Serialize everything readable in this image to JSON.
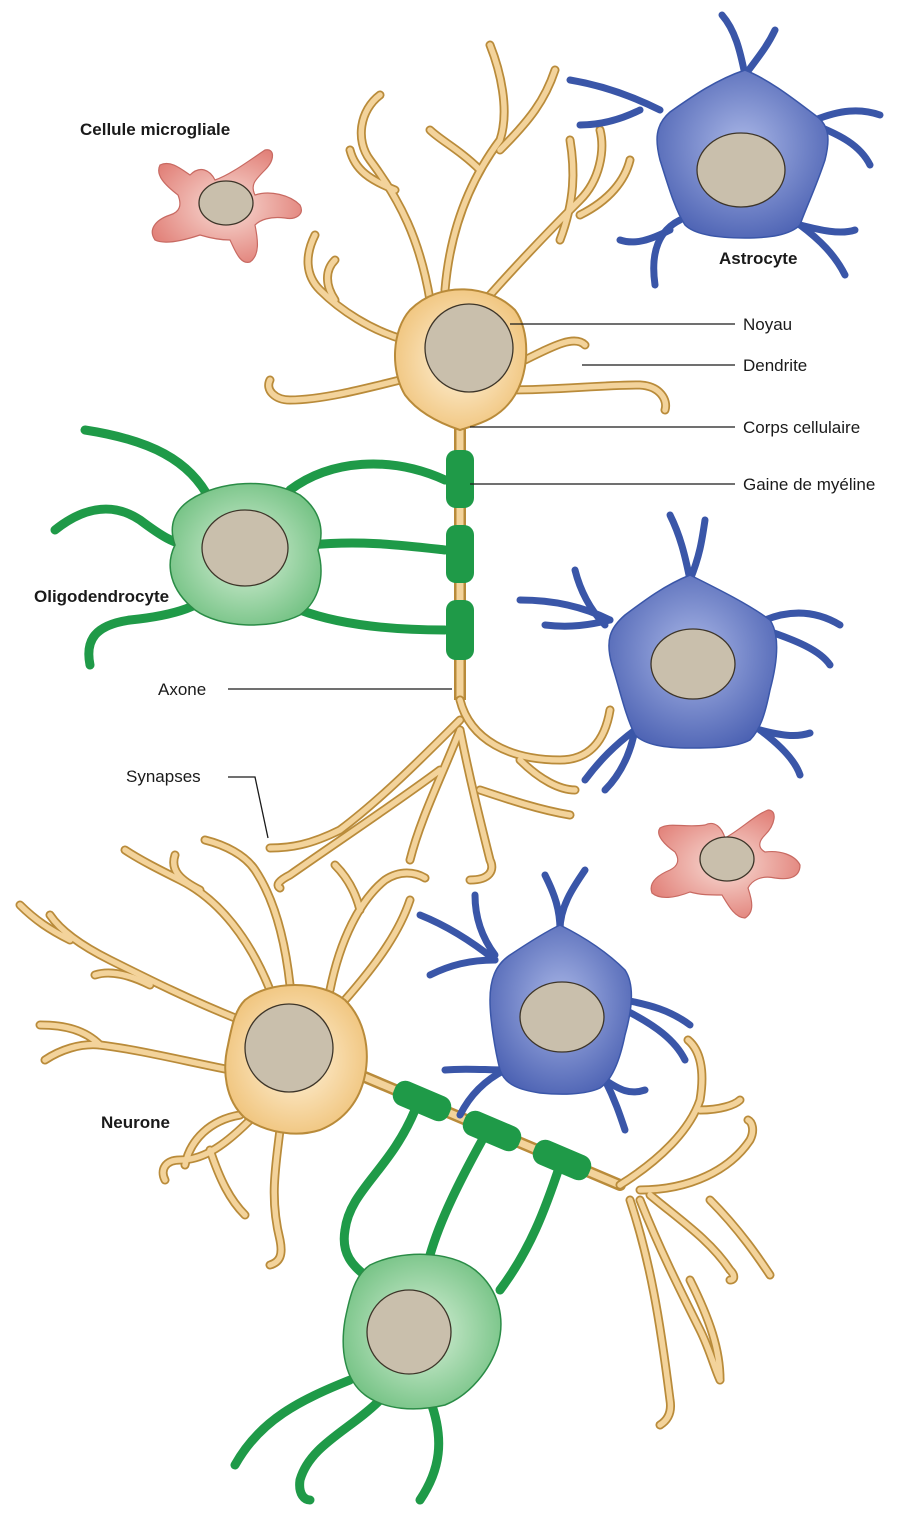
{
  "labels": {
    "microglia": "Cellule microgliale",
    "astrocyte": "Astrocyte",
    "nucleus": "Noyau",
    "dendrite": "Dendrite",
    "cell_body": "Corps cellulaire",
    "myelin_sheath": "Gaine de myéline",
    "oligodendrocyte": "Oligodendrocyte",
    "axon": "Axone",
    "synapses": "Synapses",
    "neuron": "Neurone"
  },
  "colors": {
    "neuron": "#f3d39b",
    "neuron_outline": "#b98b3a",
    "astrocyte": "#5b70bd",
    "astrocyte_outline": "#3a56a8",
    "oligodendrocyte": "#7fc88c",
    "myelin": "#1f9a48",
    "microglia": "#e8837b",
    "nucleus": "#c9bfac"
  }
}
